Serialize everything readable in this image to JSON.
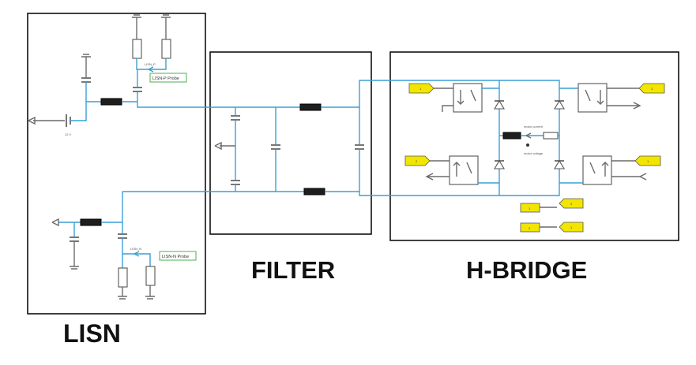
{
  "blocks": {
    "lisn": "LISN",
    "filter": "FILTER",
    "hbridge": "H-BRIDGE"
  },
  "lisn": {
    "source_label": "12 V",
    "probe_p": "LISN-P Probe",
    "probe_n": "LISN-N Probe",
    "net_p": "LISN_P",
    "net_n": "LISN_N"
  },
  "hbridge": {
    "current_label": "motor current",
    "voltage_label": "motor voltage",
    "gate_tags": [
      "1",
      "2",
      "2",
      "1"
    ],
    "legend_tags": [
      {
        "left": "1",
        "right": "2"
      },
      {
        "left": "2",
        "right": "1"
      }
    ]
  },
  "colors": {
    "wire": "#3a9fd6",
    "frame": "#111111",
    "inductor": "#1e1e1e",
    "probe_border": "#4caf50",
    "tag_fill": "#f2e600"
  }
}
